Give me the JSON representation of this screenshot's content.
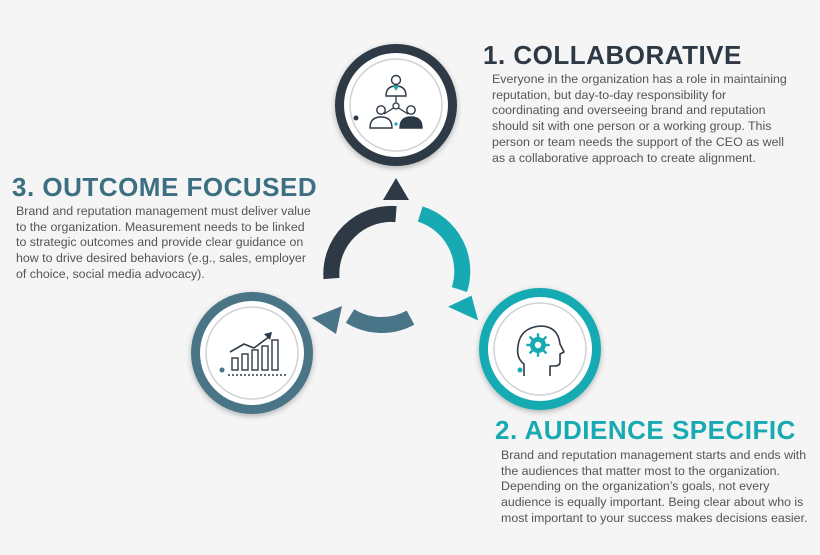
{
  "colors": {
    "dark": "#2d3a46",
    "teal": "#18aab2",
    "slate": "#4a7487",
    "background": "#f5f5f5"
  },
  "steps": [
    {
      "heading": "1. COLLABORATIVE",
      "text": "Everyone in the organization has a role in maintaining reputation, but day-to-day responsibility for coordinating and overseeing brand and reputation should sit with one person or a working group. This person or team needs the support of the CEO as well as a collaborative approach to create alignment.",
      "icon": "team-network-icon",
      "color": "#2d3a46"
    },
    {
      "heading": "2. AUDIENCE SPECIFIC",
      "text": "Brand and reputation management starts and ends with the audiences that matter most to the organization. Depending on the organization’s goals, not every audience is equally important. Being clear about who is most important to your success makes decisions easier.",
      "icon": "head-gear-icon",
      "color": "#18aab2"
    },
    {
      "heading": "3. OUTCOME FOCUSED",
      "text": "Brand and reputation management must deliver value to the organization. Measurement needs to be linked to strategic outcomes and provide clear guidance on how to drive desired behaviors (e.g., sales, employer of choice, social media advocacy).",
      "icon": "growth-chart-icon",
      "color": "#4a7487"
    }
  ]
}
